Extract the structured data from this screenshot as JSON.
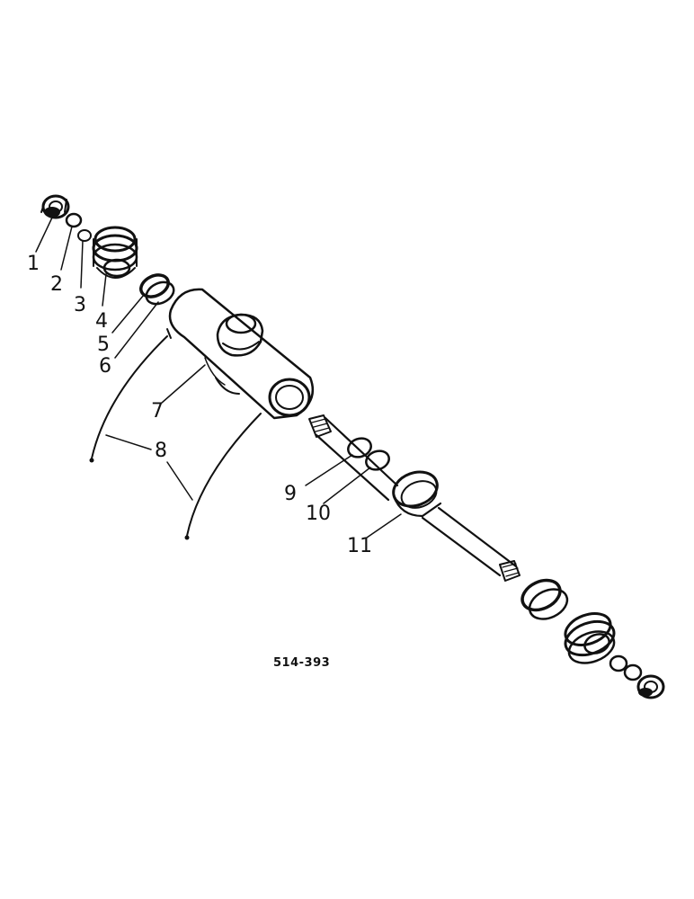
{
  "diagram": {
    "reference_code": "514-393",
    "callouts": [
      "1",
      "2",
      "3",
      "4",
      "5",
      "6",
      "7",
      "8",
      "8",
      "9",
      "10",
      "11"
    ],
    "colors": {
      "ink": "#111111",
      "paper": "#ffffff"
    }
  }
}
